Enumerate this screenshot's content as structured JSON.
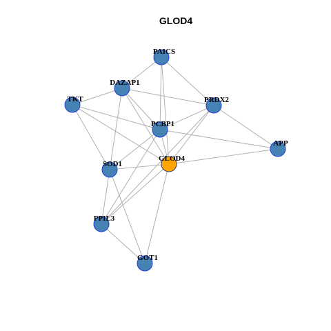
{
  "title": "GLOD4",
  "colors": {
    "node_fill": "#4682b4",
    "node_stroke": "#1f3fd6",
    "hub_fill": "#ffa500",
    "hub_stroke": "#3b3b6b",
    "edge": "#b0b0b0"
  },
  "nodes": [
    {
      "id": "PAICS",
      "label": "PAICS",
      "hub": false
    },
    {
      "id": "DAZAP1",
      "label": "DAZAP1",
      "hub": false
    },
    {
      "id": "TKT",
      "label": "TKT",
      "hub": false
    },
    {
      "id": "PRDX2",
      "label": "PRDX2",
      "hub": false
    },
    {
      "id": "PCBP1",
      "label": "PCBP1",
      "hub": false
    },
    {
      "id": "APP",
      "label": "APP",
      "hub": false
    },
    {
      "id": "SOD1",
      "label": "SOD1",
      "hub": false
    },
    {
      "id": "GLOD4",
      "label": "GLOD4",
      "hub": true
    },
    {
      "id": "PPIL3",
      "label": "PPIL3",
      "hub": false
    },
    {
      "id": "GOT1",
      "label": "GOT1",
      "hub": false
    }
  ],
  "edges": [
    [
      "PAICS",
      "DAZAP1"
    ],
    [
      "PAICS",
      "PRDX2"
    ],
    [
      "PAICS",
      "PCBP1"
    ],
    [
      "PAICS",
      "GLOD4"
    ],
    [
      "DAZAP1",
      "TKT"
    ],
    [
      "DAZAP1",
      "PRDX2"
    ],
    [
      "DAZAP1",
      "PCBP1"
    ],
    [
      "DAZAP1",
      "GLOD4"
    ],
    [
      "DAZAP1",
      "SOD1"
    ],
    [
      "TKT",
      "PCBP1"
    ],
    [
      "TKT",
      "GLOD4"
    ],
    [
      "TKT",
      "SOD1"
    ],
    [
      "PRDX2",
      "PCBP1"
    ],
    [
      "PRDX2",
      "APP"
    ],
    [
      "PRDX2",
      "GLOD4"
    ],
    [
      "PRDX2",
      "PPIL3"
    ],
    [
      "PCBP1",
      "APP"
    ],
    [
      "PCBP1",
      "SOD1"
    ],
    [
      "PCBP1",
      "GLOD4"
    ],
    [
      "PCBP1",
      "PPIL3"
    ],
    [
      "APP",
      "GLOD4"
    ],
    [
      "SOD1",
      "GLOD4"
    ],
    [
      "SOD1",
      "PPIL3"
    ],
    [
      "SOD1",
      "GOT1"
    ],
    [
      "GLOD4",
      "PPIL3"
    ],
    [
      "GLOD4",
      "GOT1"
    ],
    [
      "PPIL3",
      "GOT1"
    ]
  ]
}
